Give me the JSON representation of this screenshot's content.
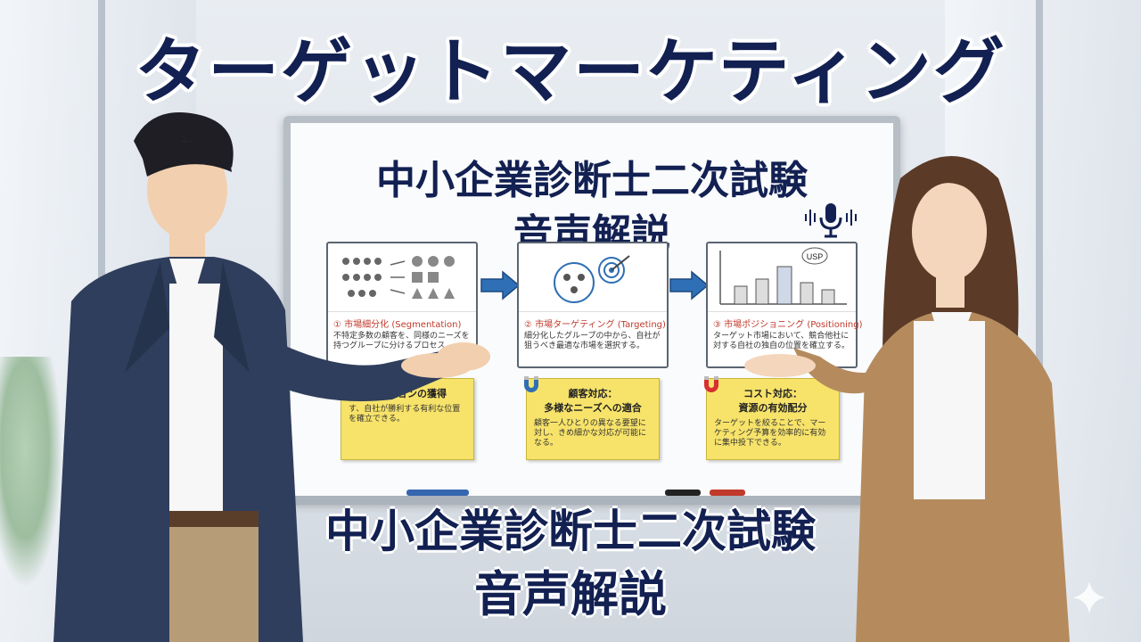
{
  "title": "ターゲットマーケティング",
  "whiteboard": {
    "title_line1": "中小企業診断士二次試験",
    "title_line2": "音声解説",
    "steps": [
      {
        "label": "① 市場細分化 (Segmentation)",
        "text": "不特定多数の顧客を、同様のニーズを持つグループに分けるプロセス"
      },
      {
        "label": "② 市場ターゲティング (Targeting)",
        "text": "細分化したグループの中から、自社が狙うべき最適な市場を選択する。"
      },
      {
        "label": "③ 市場ポジショニング (Positioning)",
        "text": "ターゲット市場において、競合他社に対する自社の独自の位置を確立する。"
      }
    ],
    "notes": [
      {
        "title": "ポジションの獲得",
        "sub": "",
        "text": "す、自社が勝利する有利な位置を確立できる。"
      },
      {
        "title": "顧客対応：",
        "sub": "多様なニーズへの適合",
        "text": "顧客一人ひとりの異なる要望に対し、きめ細かな対応が可能になる。"
      },
      {
        "title": "コスト対応：",
        "sub": "資源の有効配分",
        "text": "ターゲットを絞ることで、マーケティング予算を効率的に有効に集中投下できる。"
      }
    ],
    "usp_label": "USP"
  },
  "caption": {
    "line1": "中小企業診断士二次試験",
    "line2": "音声解説"
  },
  "colors": {
    "title_navy": "#122052",
    "note_yellow": "#f7e36a",
    "arrow_blue": "#2f6fb5",
    "step_red": "#c0392b"
  },
  "icons": [
    "microphone-icon",
    "arrow-right-icon",
    "magnet-icon",
    "target-icon",
    "sparkle-icon"
  ]
}
